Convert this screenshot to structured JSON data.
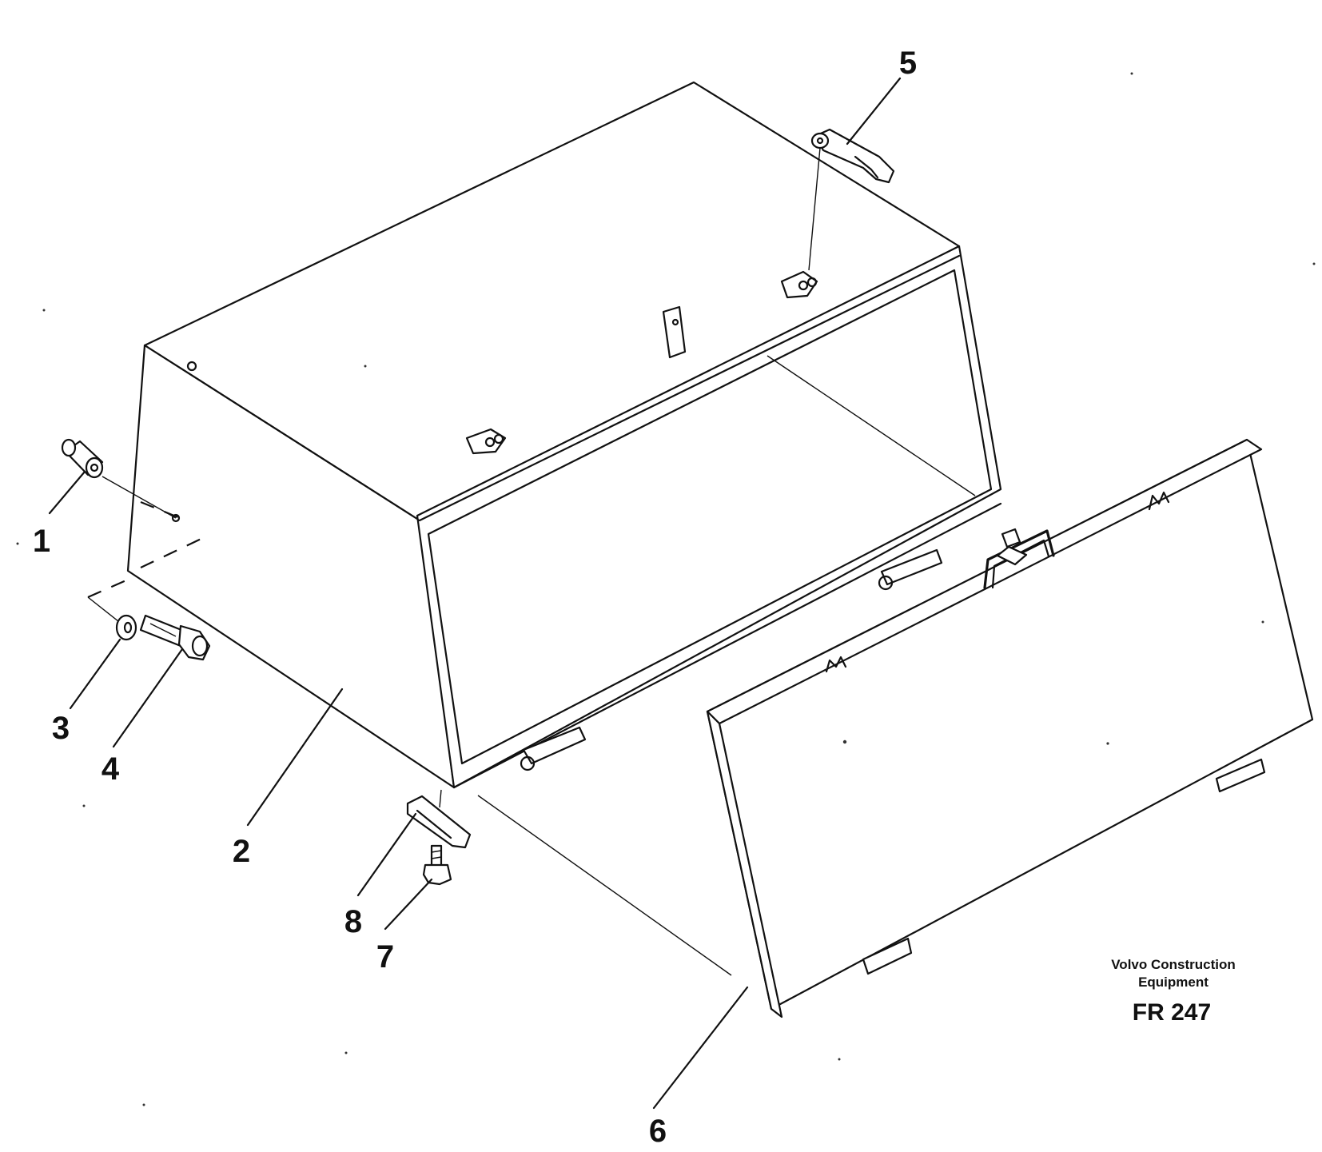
{
  "callouts": [
    {
      "id": "1",
      "text": "1"
    },
    {
      "id": "2",
      "text": "2"
    },
    {
      "id": "3",
      "text": "3"
    },
    {
      "id": "4",
      "text": "4"
    },
    {
      "id": "5",
      "text": "5"
    },
    {
      "id": "6",
      "text": "6"
    },
    {
      "id": "7",
      "text": "7"
    },
    {
      "id": "8",
      "text": "8"
    }
  ],
  "caption": {
    "line1": "Volvo Construction",
    "line2": "Equipment",
    "code": "FR 247"
  },
  "colors": {
    "ink": "#111111",
    "paper": "#ffffff"
  }
}
